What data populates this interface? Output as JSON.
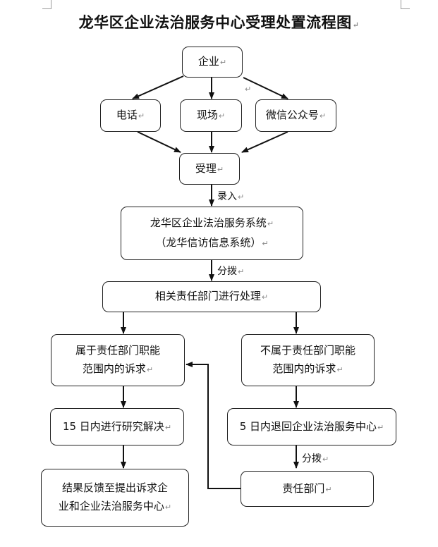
{
  "title": "龙华区企业法治服务中心受理处置流程图",
  "nodes": {
    "enterprise": "企业",
    "phone": "电话",
    "onsite": "现场",
    "wechat": "微信公众号",
    "accept": "受理",
    "system_line1": "龙华区企业法治服务系统",
    "system_line2": "（龙华信访信息系统）",
    "dept_process": "相关责任部门进行处理",
    "within_line1": "属于责任部门职能",
    "within_line2": "范围内的诉求",
    "outside_line1": "不属于责任部门职能",
    "outside_line2": "范围内的诉求",
    "resolve_15": "15 日内进行研究解决",
    "return_5": "5 日内退回企业法治服务中心",
    "feedback_line1": "结果反馈至提出诉求企",
    "feedback_line2": "业和企业法治服务中心",
    "responsible_dept": "责任部门"
  },
  "edge_labels": {
    "record": "录入",
    "dispatch1": "分拨",
    "dispatch2": "分拨"
  }
}
